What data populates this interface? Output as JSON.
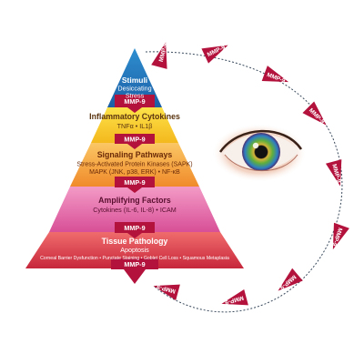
{
  "colors": {
    "maroon": "#b3123c",
    "blue_top": "#2e8fd0",
    "blue_bot": "#1c5fa6",
    "yellow_top": "#fde24a",
    "yellow_bot": "#f3b81c",
    "orange_top": "#fbc765",
    "orange_bot": "#f08a2a",
    "pink_top": "#f39bc6",
    "pink_bot": "#d84f97",
    "red_top": "#f06c6c",
    "red_bot": "#c7273b",
    "ring_line": "#3a4a5c"
  },
  "pyramid": {
    "stimuli": {
      "title": "Stimuli",
      "lines": [
        "Desiccating",
        "Stress"
      ],
      "marker": "MMP-9"
    },
    "cytokines": {
      "title": "Inflammatory Cytokines",
      "lines": [
        "TNFα • IL1β"
      ],
      "marker": "MMP-9"
    },
    "signaling": {
      "title": "Signaling Pathways",
      "lines": [
        "Stress-Activated Protein Kinases (SAPK)",
        "MAPK (JNK, p38, ERK) • NF-κB"
      ],
      "marker": "MMP-9"
    },
    "amplifying": {
      "title": "Amplifying Factors",
      "lines": [
        "Cytokines (IL-6, IL-8) • ICAM"
      ],
      "marker": "MMP-9"
    },
    "pathology": {
      "title": "Tissue Pathology",
      "lines": [
        "Apoptosis",
        "Corneal Barrier Dysfunction • Punctate Staining • Goblet Cell Loss • Squamous Metaplasia"
      ],
      "marker": "MMP-9"
    }
  },
  "ring": {
    "label": "MMP-9",
    "count": 9
  },
  "eye": {
    "icon": "eye-icon"
  }
}
